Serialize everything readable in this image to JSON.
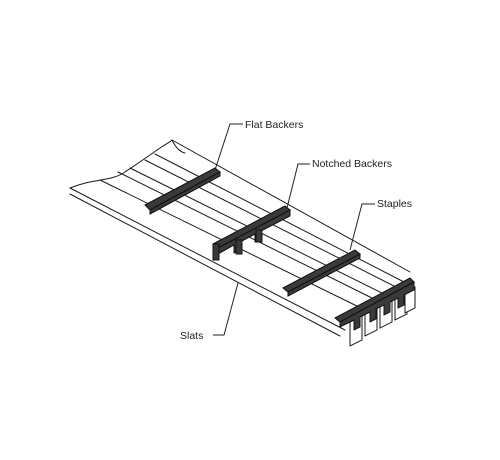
{
  "labels": {
    "flat_backers": "Flat Backers",
    "notched_backers": "Notched Backers",
    "staples": "Staples",
    "slats": "Slats"
  },
  "colors": {
    "line": "#1a1a1a",
    "backer_fill": "#3a3a3a",
    "background": "#ffffff"
  }
}
